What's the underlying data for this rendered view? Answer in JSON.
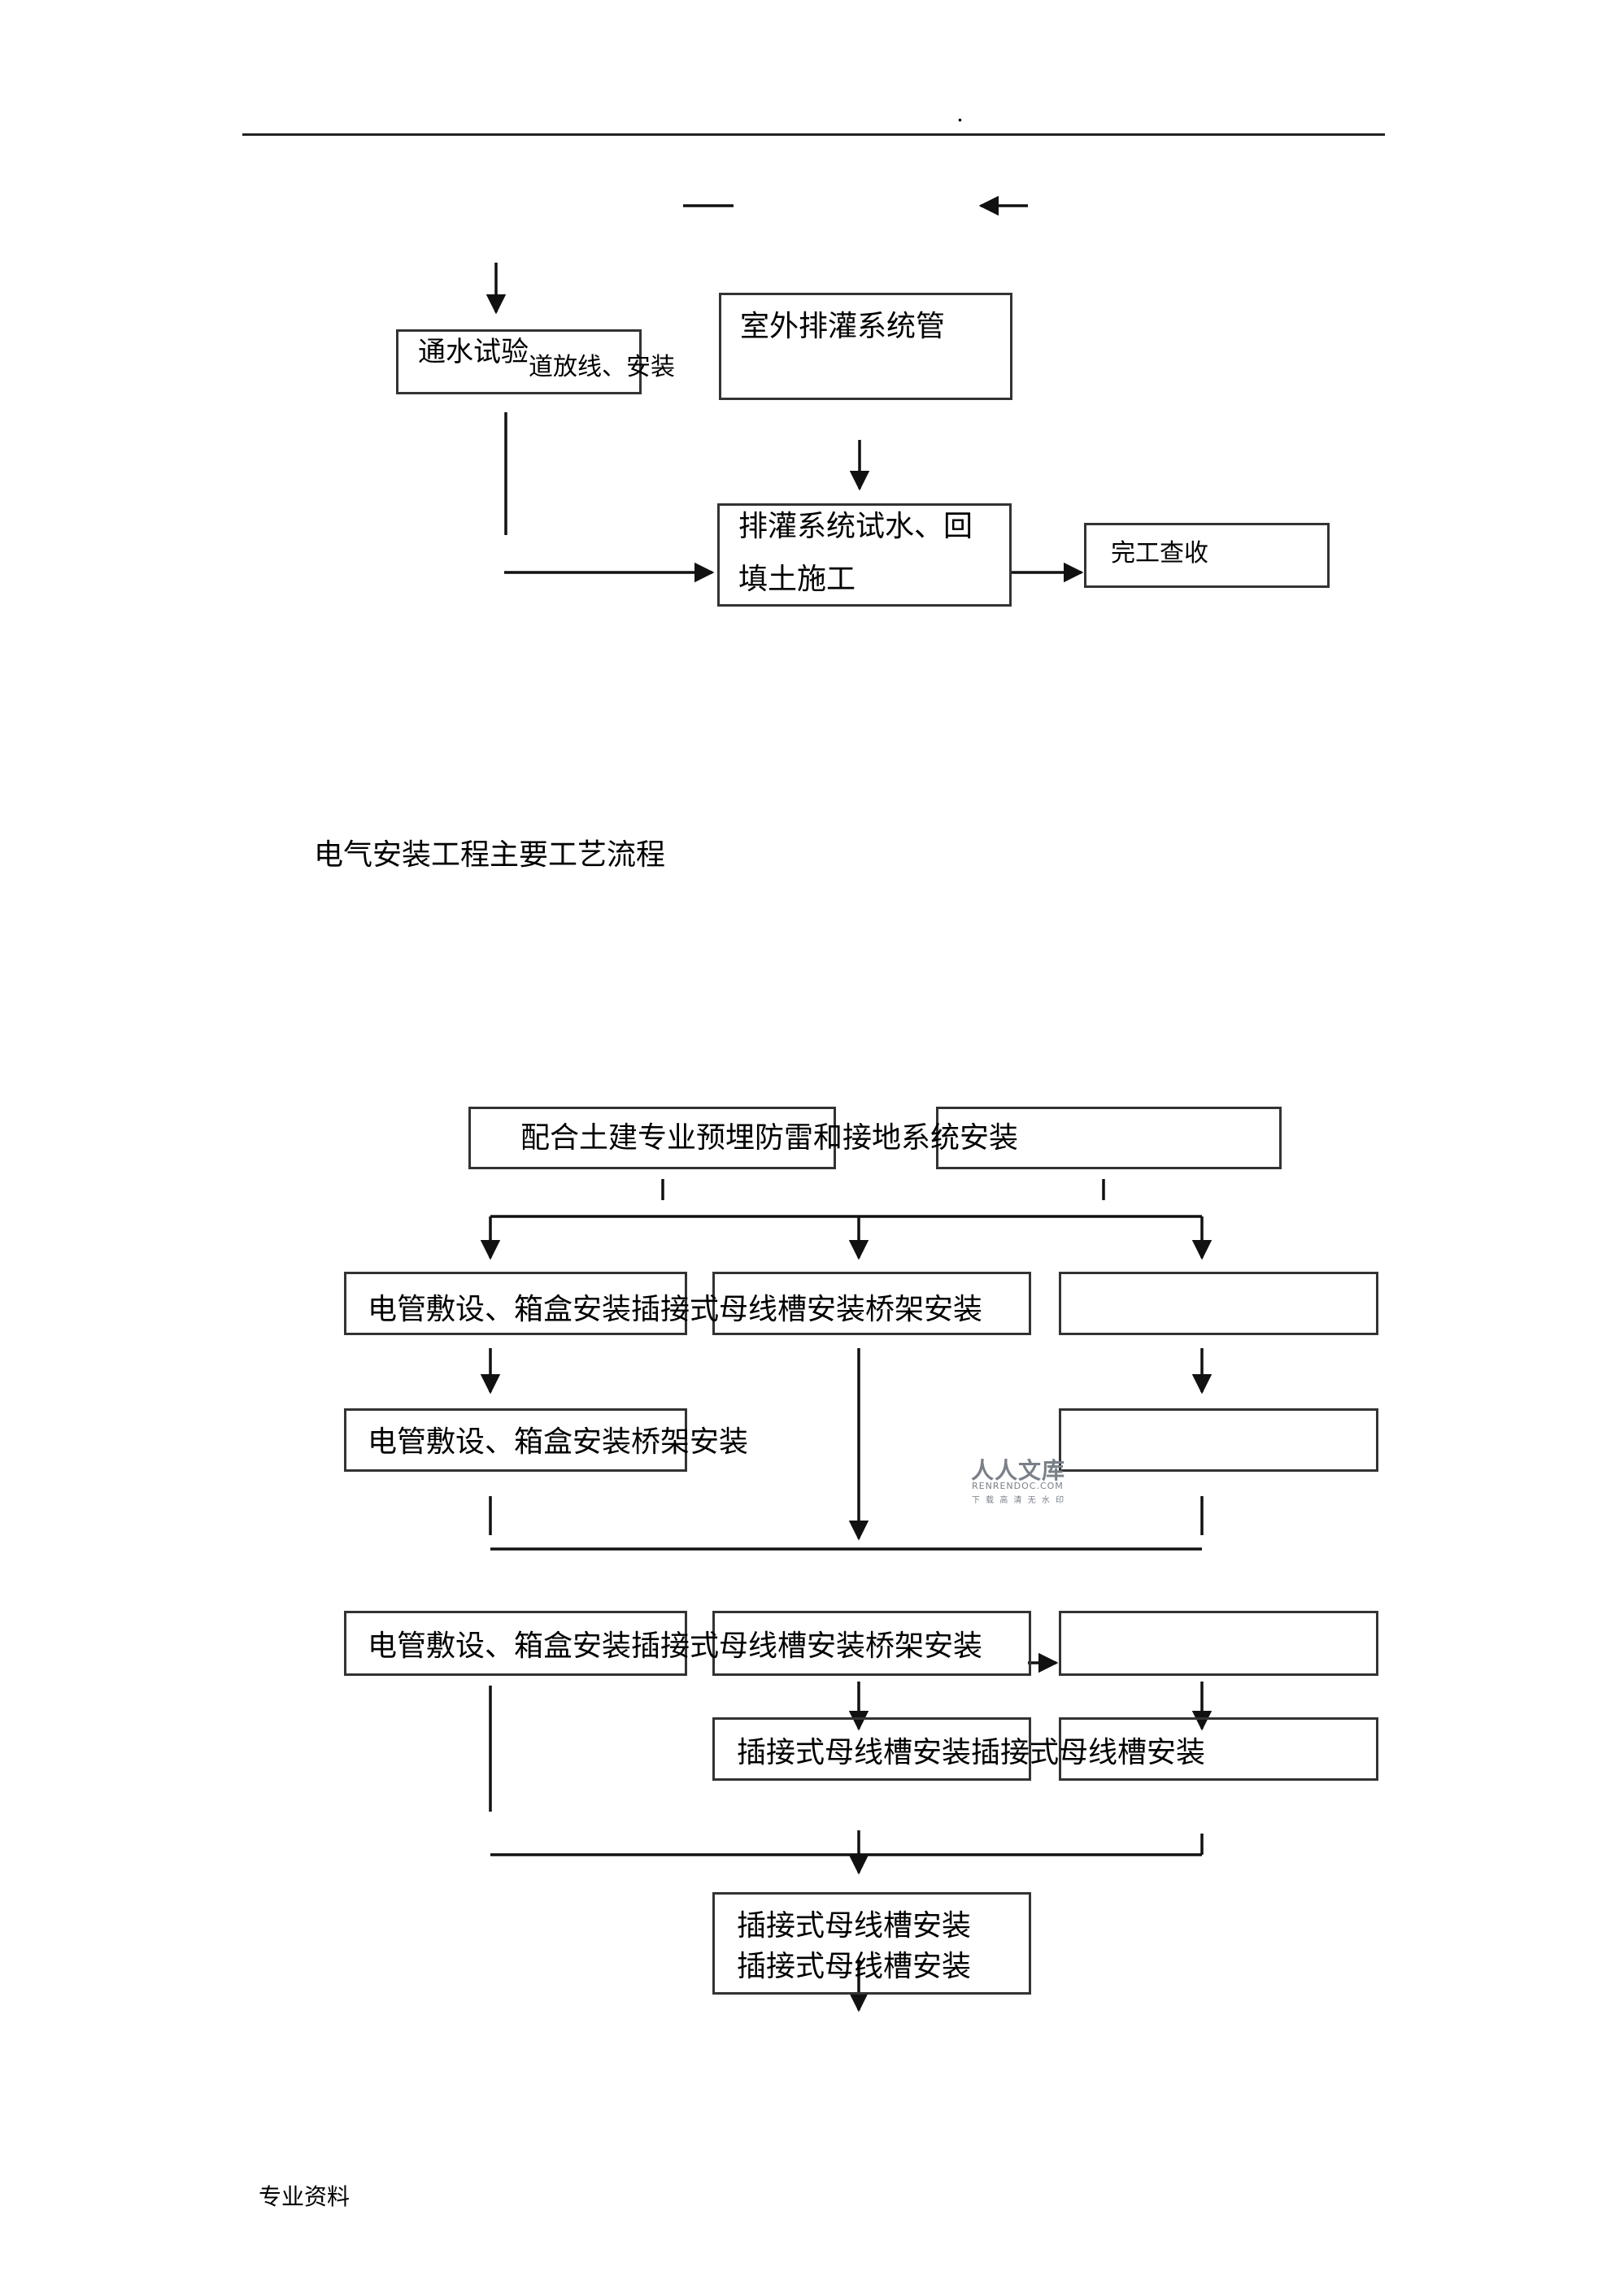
{
  "header": {
    "dot": "."
  },
  "drainage_flow": {
    "box_water_test": "通水试验",
    "box_water_test_extra": "道放线、安装",
    "box_outdoor": "室外排灌系统管",
    "box_system_test_line1": "排灌系统试水、回",
    "box_system_test_line2": "填土施工",
    "box_acceptance": "完工查收"
  },
  "section_title": "电气安装工程主要工艺流程",
  "electrical_flow": {
    "top_box": "配合土建专业预埋防雷和接地系统安装",
    "row1": "电管敷设、箱盒安装插接式母线槽安装桥架安装",
    "row2": "电管敷设、箱盒安装桥架安装",
    "row3": "电管敷设、箱盒安装插接式母线槽安装桥架安装",
    "row4": "插接式母线槽安装插接式母线槽安装",
    "bottom_line1": "插接式母线槽安装",
    "bottom_line2": "插接式母线槽安装"
  },
  "watermark": {
    "main": "人人文库",
    "url": "RENRENDOC.COM",
    "sub": "下 载 高 清 无 水 印"
  },
  "footer": {
    "label": "专业资料"
  }
}
